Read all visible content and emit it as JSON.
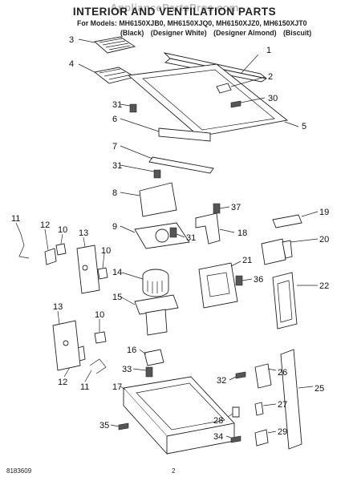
{
  "header": {
    "title": "INTERIOR AND VENTILATION PARTS",
    "watermark": "AppliancePartsPros.com",
    "models_prefix": "For Models:",
    "models": "MH6150XJB0, MH6150XJQ0, MH6150XJZ0, MH6150XJT0",
    "colors": [
      "(Black)",
      "(Designer White)",
      "(Designer Almond)",
      "(Biscuit)"
    ]
  },
  "footer": {
    "doc_number": "8183609",
    "page_number": "2"
  },
  "callouts": [
    "1",
    "2",
    "3",
    "4",
    "5",
    "6",
    "7",
    "8",
    "9",
    "10",
    "11",
    "12",
    "13",
    "14",
    "15",
    "16",
    "17",
    "18",
    "19",
    "20",
    "21",
    "22",
    "25",
    "26",
    "27",
    "28",
    "29",
    "30",
    "31",
    "32",
    "33",
    "34",
    "35",
    "36",
    "37"
  ]
}
